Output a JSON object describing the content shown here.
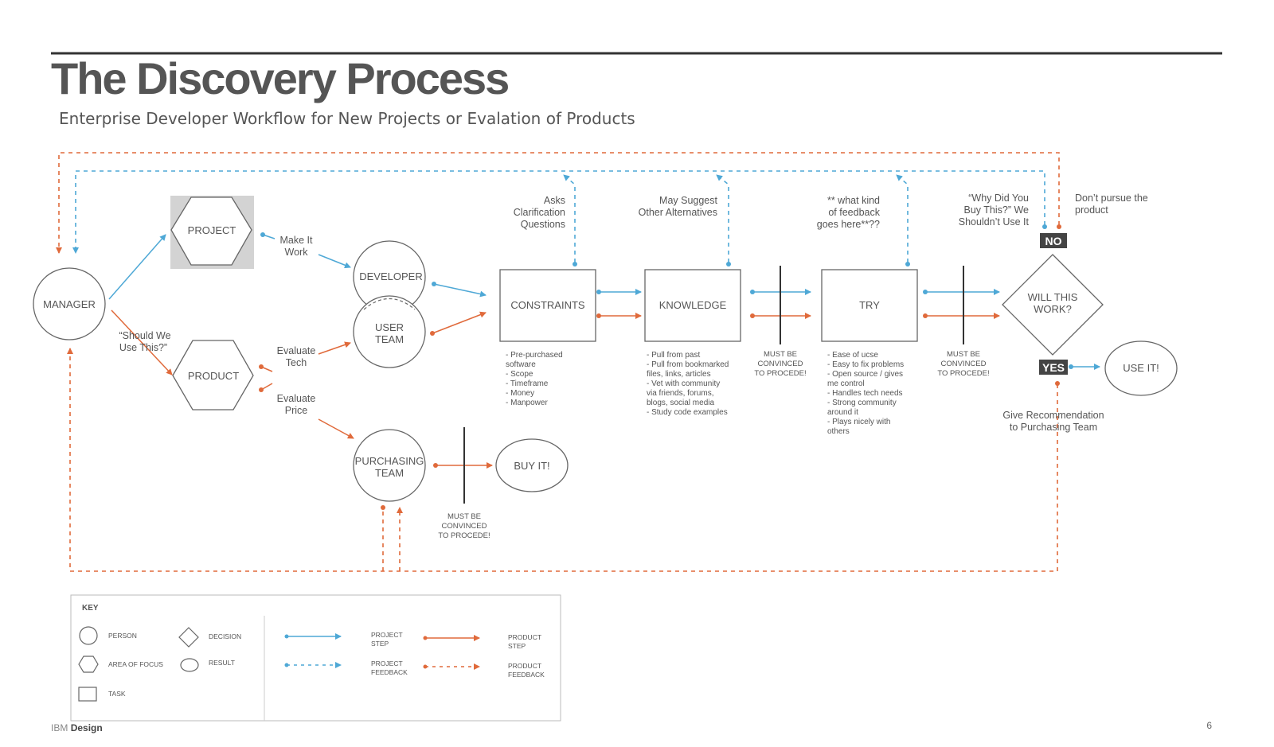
{
  "header": {
    "title": "The Discovery Process",
    "subtitle": "Enterprise Developer Workflow for New Projects or Evalation of Products"
  },
  "colors": {
    "project": "#4ea8d6",
    "product": "#e06a3b",
    "line": "#333333",
    "shape": "#666666"
  },
  "nodes": {
    "manager": "MANAGER",
    "project": "PROJECT",
    "product": "PRODUCT",
    "developer": "DEVELOPER",
    "user_team": [
      "USER",
      "TEAM"
    ],
    "purchasing_team": [
      "PURCHASING",
      "TEAM"
    ],
    "buy_it": "BUY IT!",
    "constraints": "CONSTRAINTS",
    "knowledge": "KNOWLEDGE",
    "try": "TRY",
    "will_this_work": [
      "WILL THIS",
      "WORK?"
    ],
    "use_it": "USE IT!",
    "no": "NO",
    "yes": "YES"
  },
  "edge_labels": {
    "make_it_work": [
      "Make It",
      "Work"
    ],
    "should_we": [
      "“Should We",
      "Use This?”"
    ],
    "evaluate_tech": [
      "Evaluate",
      "Tech"
    ],
    "evaluate_price": [
      "Evaluate",
      "Price"
    ],
    "must_be_convinced": [
      "MUST BE",
      "CONVINCED",
      "TO PROCEDE!"
    ]
  },
  "feedback_notes": {
    "constraints": [
      "Asks",
      "Clarification",
      "Questions"
    ],
    "knowledge": [
      "May Suggest",
      "Other Alternatives"
    ],
    "try": [
      "** what kind",
      "of feedback",
      "goes here**??"
    ],
    "why_buy": [
      "“Why Did You",
      "Buy This?” We",
      "Shouldn’t Use It"
    ],
    "dont_pursue": [
      "Don’t pursue the",
      "product"
    ],
    "give_recommendation": [
      "Give Recommendation",
      "to Purchasing Team"
    ]
  },
  "details": {
    "constraints": [
      "- Pre-purchased",
      "software",
      "- Scope",
      "- Timeframe",
      "- Money",
      "- Manpower"
    ],
    "knowledge": [
      "- Pull from past",
      "- Pull from bookmarked",
      "files, links, articles",
      "- Vet with community",
      "via  friends, forums,",
      "blogs, social media",
      "- Study code examples"
    ],
    "try": [
      "- Ease of ucse",
      "- Easy to fix problems",
      "- Open source / gives",
      "me control",
      "- Handles tech needs",
      "- Strong community",
      "around it",
      "- Plays nicely with",
      "others"
    ]
  },
  "key": {
    "title": "KEY",
    "person": "PERSON",
    "area_of_focus": "AREA OF FOCUS",
    "task": "TASK",
    "decision": "DECISION",
    "result": "RESULT",
    "project_step": [
      "PROJECT",
      "STEP"
    ],
    "project_feedback": [
      "PROJECT",
      "FEEDBACK"
    ],
    "product_step": [
      "PRODUCT",
      "STEP"
    ],
    "product_feedback": [
      "PRODUCT",
      "FEEDBACK"
    ]
  },
  "footer": {
    "brand_light": "IBM",
    "brand_bold": "Design",
    "page": "6"
  }
}
